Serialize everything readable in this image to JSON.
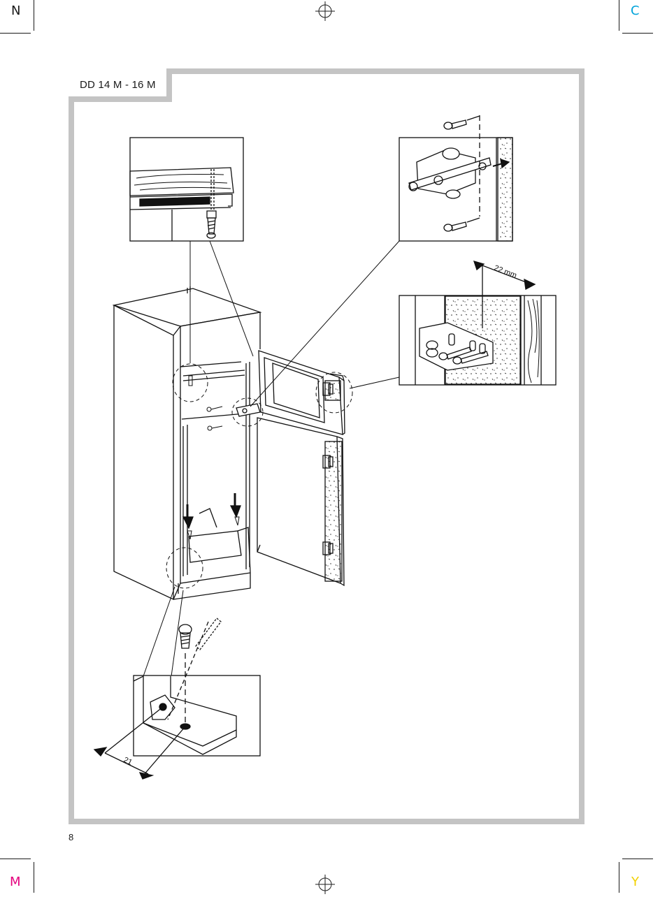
{
  "registration": {
    "top_left": "N",
    "top_right": "C",
    "bottom_left": "M",
    "bottom_right": "Y"
  },
  "colors": {
    "N": "#1a1a1a",
    "C": "#00a3da",
    "M": "#e4007d",
    "Y": "#f2d100",
    "frame": "#c4c4c4"
  },
  "header": {
    "model": "DD 14 M - 16 M"
  },
  "illustration": {
    "dimension_top": "22 mm",
    "dimension_bottom": "21"
  },
  "footer": {
    "page_number": "8"
  }
}
